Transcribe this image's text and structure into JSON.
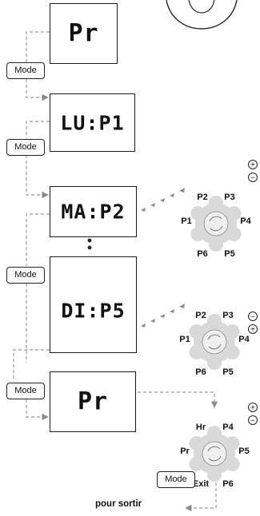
{
  "displays": [
    {
      "id": "d1",
      "text": "Pr"
    },
    {
      "id": "d2",
      "text": "LU:P1"
    },
    {
      "id": "d3",
      "text": "MA:P2"
    },
    {
      "id": "d4",
      "text": "DI:P5"
    },
    {
      "id": "d5",
      "text": "Pr"
    }
  ],
  "mode_label": "Mode",
  "dials": [
    {
      "id": "dial1",
      "labels": {
        "tl": "P2",
        "tr": "P3",
        "l": "P1",
        "r": "P4",
        "bl": "P6",
        "br": "P5"
      },
      "plus": "+",
      "minus": "−"
    },
    {
      "id": "dial2",
      "labels": {
        "tl": "P2",
        "tr": "P3",
        "l": "P1",
        "r": "P4",
        "bl": "P6",
        "br": "P5"
      },
      "plus": "+",
      "minus": "−"
    },
    {
      "id": "dial3",
      "labels": {
        "tl": "Hr",
        "tr": "P4",
        "l": "Pr",
        "r": "P5",
        "bl": "Exit",
        "br": "P6"
      },
      "plus": "+",
      "minus": "−"
    }
  ],
  "exit_caption": "pour sortir",
  "colors": {
    "line": "#999999",
    "arrow": "#8c8c8c",
    "dial_fill": "#d9d9d9",
    "ink": "#111111"
  }
}
